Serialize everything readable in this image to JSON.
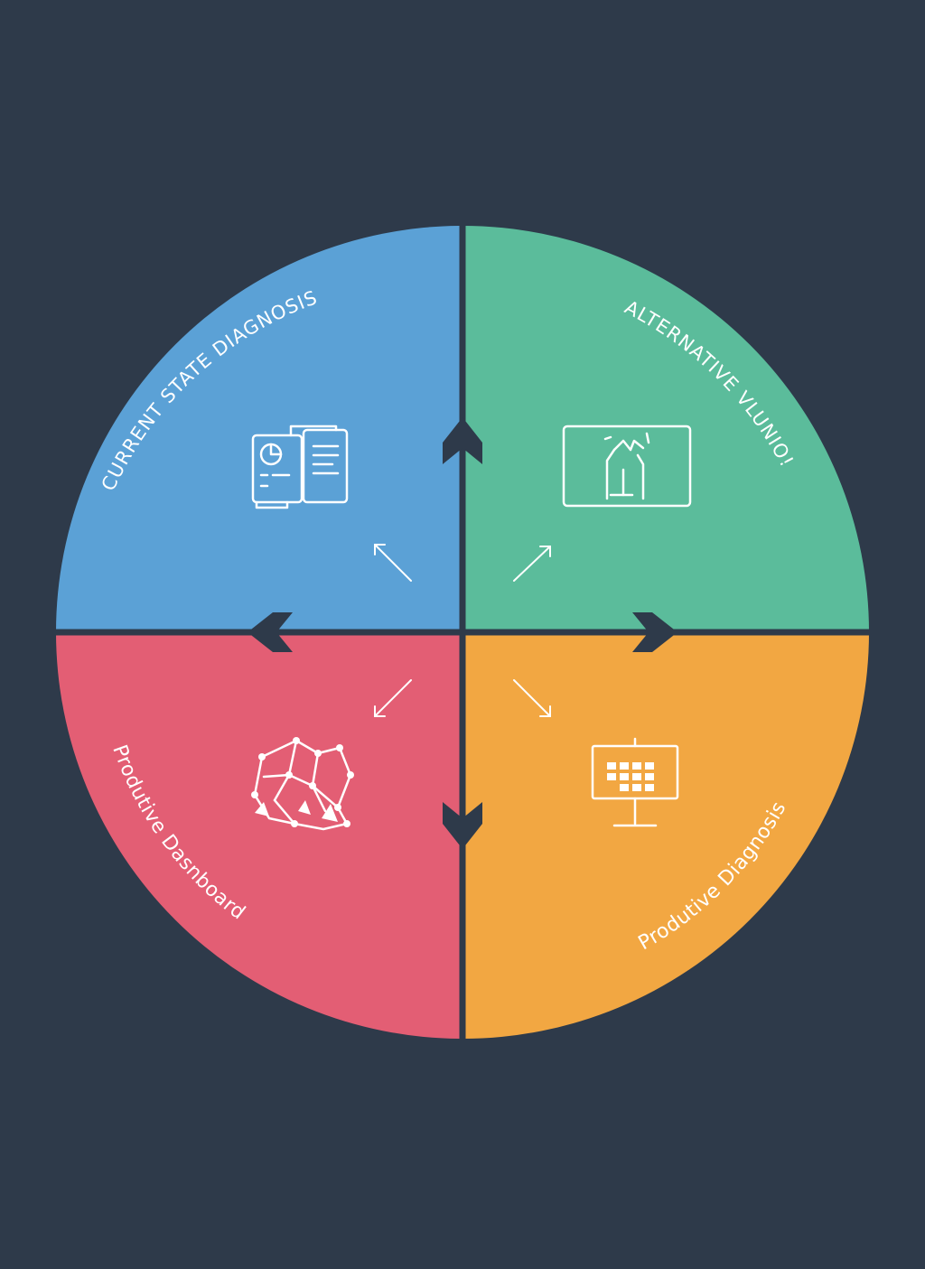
{
  "background_color": "#2e3a4a",
  "divider_color": "#2e3a4a",
  "arrow_color": "#2e3a4a",
  "icon_color": "#ffffff",
  "quadrants": {
    "top_left": {
      "label": "CURRENT STATE DIAGNOSIS",
      "color": "#5ba1d6",
      "icon": "report-dashboard-icon"
    },
    "top_right": {
      "label": "ALTERNATIVE VLUNIO!",
      "color": "#5bbc9b",
      "icon": "monitor-figure-icon"
    },
    "bottom_left": {
      "label": "Produtive Dasnboard",
      "color": "#e35e74",
      "icon": "network-nodes-icon"
    },
    "bottom_right": {
      "label": "Produtive Diagnosis",
      "color": "#f2a742",
      "icon": "presentation-board-icon"
    }
  },
  "cycle_arrows": [
    "up",
    "right",
    "down",
    "left"
  ]
}
